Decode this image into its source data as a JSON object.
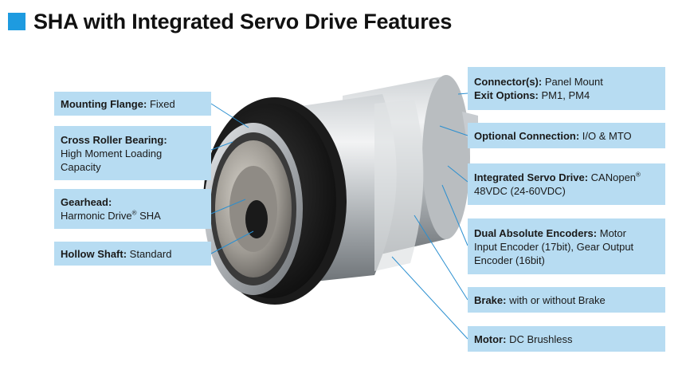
{
  "title": "SHA with Integrated Servo Drive Features",
  "colors": {
    "accent": "#1e9be0",
    "callout_bg": "#b7dcf2",
    "leader_line": "#2a8fd0"
  },
  "callouts_left": [
    {
      "id": "mounting-flange",
      "label": "Mounting Flange:",
      "lines": [
        "Fixed"
      ]
    },
    {
      "id": "cross-roller-bearing",
      "label": "Cross Roller Bearing:",
      "lines": [
        "High Moment Loading",
        "Capacity"
      ]
    },
    {
      "id": "gearhead",
      "label": "Gearhead:",
      "lines": [
        "Harmonic Drive",
        "SHA"
      ],
      "mark": "®"
    },
    {
      "id": "hollow-shaft",
      "label": "Hollow Shaft:",
      "lines": [
        "Standard"
      ]
    }
  ],
  "callouts_right": [
    {
      "id": "connectors",
      "label": "Connector(s):",
      "value": "Panel Mount",
      "label2": "Exit Options:",
      "value2": "PM1, PM4"
    },
    {
      "id": "optional-connection",
      "label": "Optional Connection:",
      "value": "I/O & MTO"
    },
    {
      "id": "integrated-servo-drive",
      "label": "Integrated Servo Drive:",
      "value": "CANopen",
      "mark": "®",
      "line2": "48VDC (24-60VDC)"
    },
    {
      "id": "dual-absolute-encoders",
      "label": "Dual Absolute Encoders:",
      "value": "Motor",
      "line2": "Input Encoder (17bit), Gear Output",
      "line3": "Encoder (16bit)"
    },
    {
      "id": "brake",
      "label": "Brake:",
      "value": "with or without Brake"
    },
    {
      "id": "motor",
      "label": "Motor:",
      "value": "DC Brushless"
    }
  ]
}
